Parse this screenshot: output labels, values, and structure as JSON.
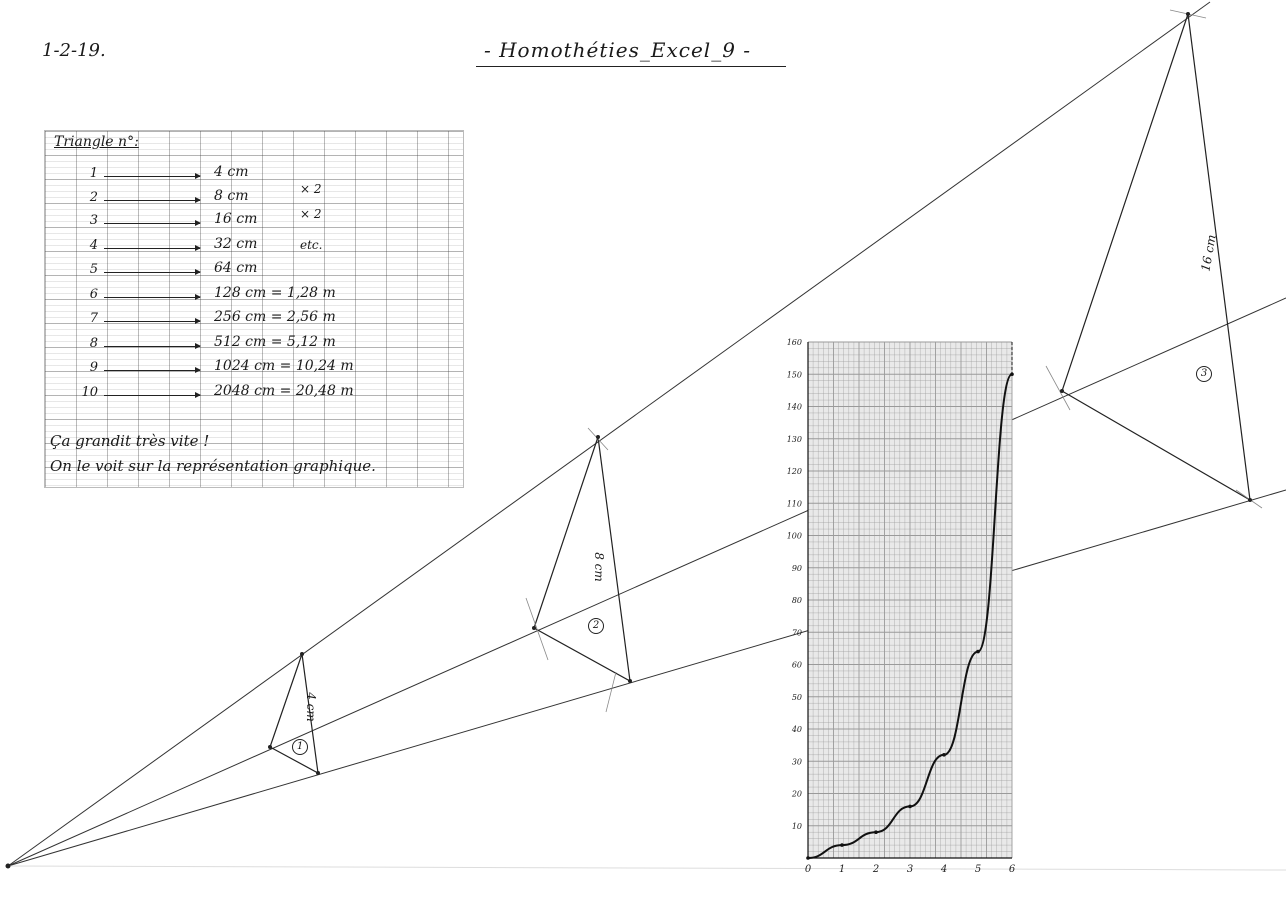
{
  "header": {
    "date": "1-2-19.",
    "title": "- Homothéties_Excel_9 -"
  },
  "table": {
    "heading": "Triangle n°:",
    "rows": [
      {
        "n": "1",
        "value": "4 cm",
        "note": ""
      },
      {
        "n": "2",
        "value": "8 cm",
        "note": "× 2"
      },
      {
        "n": "3",
        "value": "16 cm",
        "note": "× 2"
      },
      {
        "n": "4",
        "value": "32 cm",
        "note": "etc."
      },
      {
        "n": "5",
        "value": "64 cm",
        "note": ""
      },
      {
        "n": "6",
        "value": "128 cm = 1,28 m",
        "note": ""
      },
      {
        "n": "7",
        "value": "256 cm = 2,56 m",
        "note": ""
      },
      {
        "n": "8",
        "value": "512 cm = 5,12 m",
        "note": ""
      },
      {
        "n": "9",
        "value": "1024 cm = 10,24 m",
        "note": ""
      },
      {
        "n": "10",
        "value": "2048 cm = 20,48 m",
        "note": ""
      }
    ],
    "conclusion_line1": "Ça grandit très vite !",
    "conclusion_line2": "On le voit sur la représentation graphique."
  },
  "figure": {
    "triangles": [
      {
        "label": "1",
        "side": "4 cm"
      },
      {
        "label": "2",
        "side": "8 cm"
      },
      {
        "label": "3",
        "side": "16 cm"
      }
    ]
  },
  "chart_data": {
    "type": "line",
    "title": "",
    "xlabel": "",
    "ylabel": "",
    "x": [
      0,
      1,
      2,
      3,
      4,
      5,
      6
    ],
    "series": [
      {
        "values": [
          0,
          4,
          8,
          16,
          32,
          64,
          150
        ]
      }
    ],
    "xlim": [
      0,
      6
    ],
    "ylim": [
      0,
      160
    ],
    "x_ticks": [
      "0",
      "1",
      "2",
      "3",
      "4",
      "5",
      "6"
    ],
    "y_ticks": [
      "10",
      "20",
      "30",
      "40",
      "50",
      "60",
      "70",
      "80",
      "90",
      "100",
      "110",
      "120",
      "130",
      "140",
      "150",
      "160"
    ],
    "grid": true,
    "line_color": "#111111",
    "grid_color": "#9a9a9a"
  }
}
